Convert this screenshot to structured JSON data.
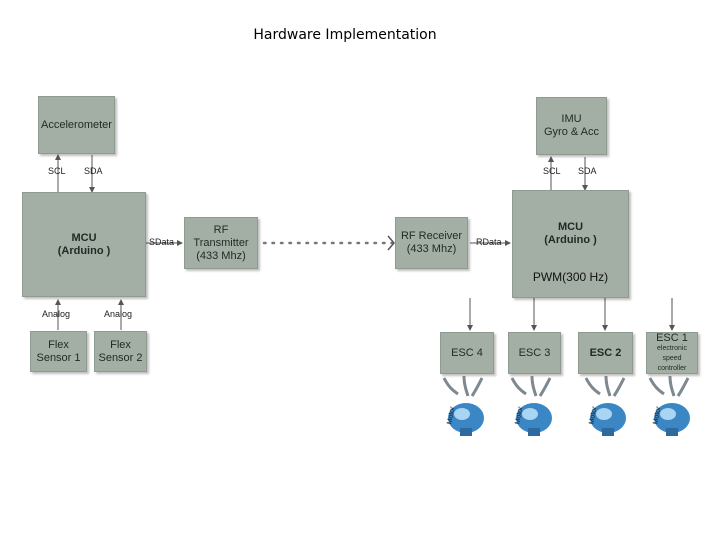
{
  "title": "Hardware Implementation",
  "blocks": {
    "accelerometer": "Accelerometer",
    "imu_line1": "IMU",
    "imu_line2": "Gyro & Acc",
    "mcu_left_line1": "MCU",
    "mcu_left_line2": "(Arduino )",
    "mcu_right_line1": "MCU",
    "mcu_right_line2": "(Arduino )",
    "pwm_label": "PWM(300 Hz)",
    "rf_tx_line1": "RF",
    "rf_tx_line2": "Transmitter",
    "rf_tx_line3": "(433 Mhz)",
    "rf_rx_line1": "RF Receiver",
    "rf_rx_line2": "(433 Mhz)",
    "flex1_line1": "Flex",
    "flex1_line2": "Sensor 1",
    "flex2_line1": "Flex",
    "flex2_line2": "Sensor 2",
    "esc4": "ESC 4",
    "esc3": "ESC 3",
    "esc2": "ESC 2",
    "esc1_line1": "ESC 1",
    "esc1_line2": "electronic",
    "esc1_line3": "speed",
    "esc1_line4": "controller"
  },
  "signals": {
    "scl_left": "SCL",
    "sda_left": "SDA",
    "scl_right": "SCL",
    "sda_right": "SDA",
    "sdata": "SData",
    "rdata": "RData",
    "analog1": "Analog",
    "analog2": "Analog"
  },
  "motor_label": "Motor",
  "colors": {
    "block_fill": "#a3aea5",
    "wire": "#555555",
    "motor_blue": "#3b86c4"
  }
}
